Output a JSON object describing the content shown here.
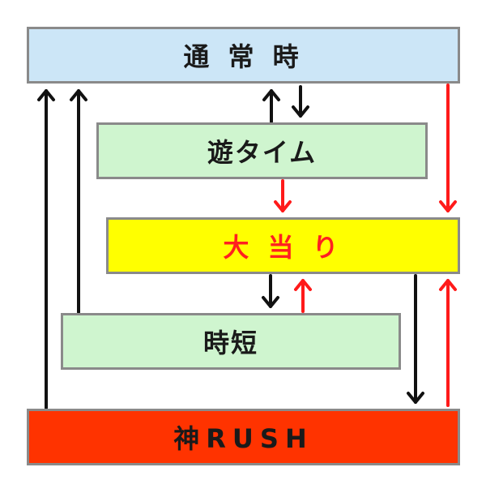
{
  "diagram": {
    "nodes": {
      "normal": "通 常 時",
      "asobi": "遊タイム",
      "hit": "大 当 り",
      "jitan": "時短",
      "rush": "神RUSH"
    },
    "colors": {
      "black_arrow": "#111111",
      "red_arrow": "#ff1a1a",
      "normal_fill": "#cce6f7",
      "asobi_fill": "#cff5cf",
      "hit_fill": "#ffff00",
      "hit_text": "#ff2020",
      "jitan_fill": "#cff5cf",
      "rush_fill": "#ff3300"
    },
    "edges": [
      {
        "from": "rush",
        "to": "normal",
        "color": "black"
      },
      {
        "from": "jitan",
        "to": "normal",
        "color": "black"
      },
      {
        "from": "asobi",
        "to": "normal",
        "color": "black"
      },
      {
        "from": "normal",
        "to": "asobi",
        "color": "black"
      },
      {
        "from": "normal",
        "to": "hit",
        "color": "red"
      },
      {
        "from": "asobi",
        "to": "hit",
        "color": "red"
      },
      {
        "from": "hit",
        "to": "jitan",
        "color": "black"
      },
      {
        "from": "jitan",
        "to": "hit",
        "color": "red"
      },
      {
        "from": "hit",
        "to": "rush",
        "color": "black"
      },
      {
        "from": "rush",
        "to": "hit",
        "color": "red"
      }
    ]
  }
}
